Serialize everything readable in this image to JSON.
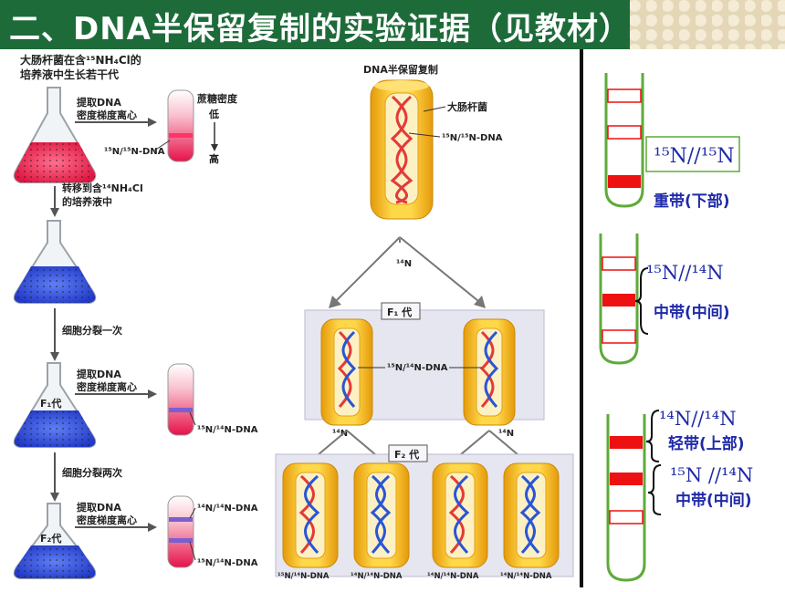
{
  "title": "二、DNA半保留复制的实验证据（见教材）",
  "left_figure": {
    "header_line1": "大肠杆菌在含¹⁵NH₄Cl的",
    "header_line2": "培养液中生长若干代",
    "step1_line1": "提取DNA",
    "step1_line2": "密度梯度离心",
    "density_label": "蔗糖密度",
    "density_low": "低",
    "density_high": "高",
    "band_1515": "¹⁵N/¹⁵N-DNA",
    "transfer_line1": "转移到含¹⁴NH₄Cl",
    "transfer_line2": "的培养液中",
    "divide_once": "细胞分裂一次",
    "step2_line1": "提取DNA",
    "step2_line2": "密度梯度离心",
    "f1_flask": "F₁代",
    "band_1514_a": "¹⁵N/¹⁴N-DNA",
    "divide_twice": "细胞分裂两次",
    "step3_line1": "提取DNA",
    "step3_line2": "密度梯度离心",
    "f2_flask": "F₂代",
    "band_1414": "¹⁴N/¹⁴N-DNA",
    "band_1514_b": "¹⁵N/¹⁴N-DNA"
  },
  "middle_figure": {
    "title": "DNA半保留复制",
    "ecoli": "大肠杆菌",
    "parent_label": "¹⁵N/¹⁵N-DNA",
    "n14_top": "¹⁴N",
    "f1_box": "F₁ 代",
    "f1_label": "¹⁵N/¹⁴N-DNA",
    "n14_left": "¹⁴N",
    "n14_right": "¹⁴N",
    "f2_box": "F₂ 代",
    "bottom_labels": [
      "¹⁵N/¹⁴N-DNA",
      "¹⁴N/¹⁴N-DNA",
      "¹⁴N/¹⁴N-DNA",
      "¹⁴N/¹⁴N-DNA"
    ]
  },
  "right_figure": {
    "tube1_label": "¹⁵N//¹⁵N",
    "tube1_caption": "重带(下部)",
    "tube2_label": "¹⁵N//¹⁴N",
    "tube2_caption": "中带(中间)",
    "tube3_label_a": "¹⁴N//¹⁴N",
    "tube3_caption_a": "轻带(上部)",
    "tube3_label_b": "¹⁵N //¹⁴N",
    "tube3_caption_b": "中带(中间)"
  },
  "colors": {
    "title_bg": "#1e6b3a",
    "heavy_band": "#ee1111",
    "tube_green": "#5faa3a",
    "caption_blue": "#1f2aa8",
    "capsule_yellow": "#f2b814",
    "strand_red": "#e23a3a",
    "strand_blue": "#2a55d6"
  }
}
